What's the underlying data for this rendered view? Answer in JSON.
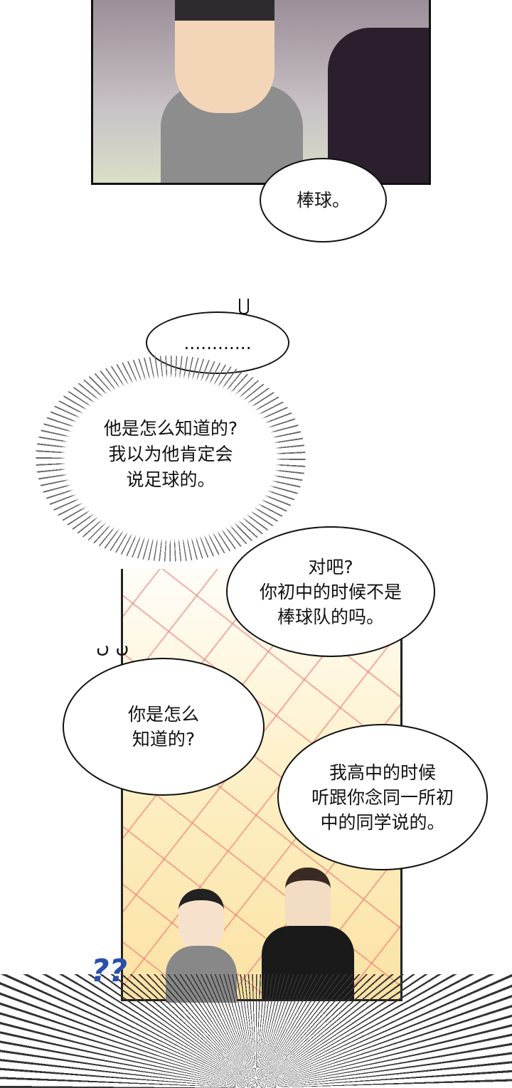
{
  "panel1": {
    "bubble": "棒球。"
  },
  "ellipsis_bubble": "............",
  "thought": {
    "lines": [
      "他是怎么知道的?",
      "我以为他肯定会",
      "说足球的。"
    ]
  },
  "panel2": {
    "bubble_right": {
      "lines": [
        "对吧?",
        "你初中的时候不是",
        "棒球队的吗。"
      ]
    },
    "bubble_left": {
      "lines": [
        "你是怎么",
        "知道的?"
      ]
    },
    "bubble_bottom": {
      "lines": [
        "我高中的时候",
        "听跟你念同一所初",
        "中的同学说的。"
      ]
    },
    "confused_marks": "??"
  },
  "colors": {
    "question_marks": "#2a4fa8",
    "grid": "#eb6e6e",
    "panel_yellow": "#fbe2a4"
  }
}
